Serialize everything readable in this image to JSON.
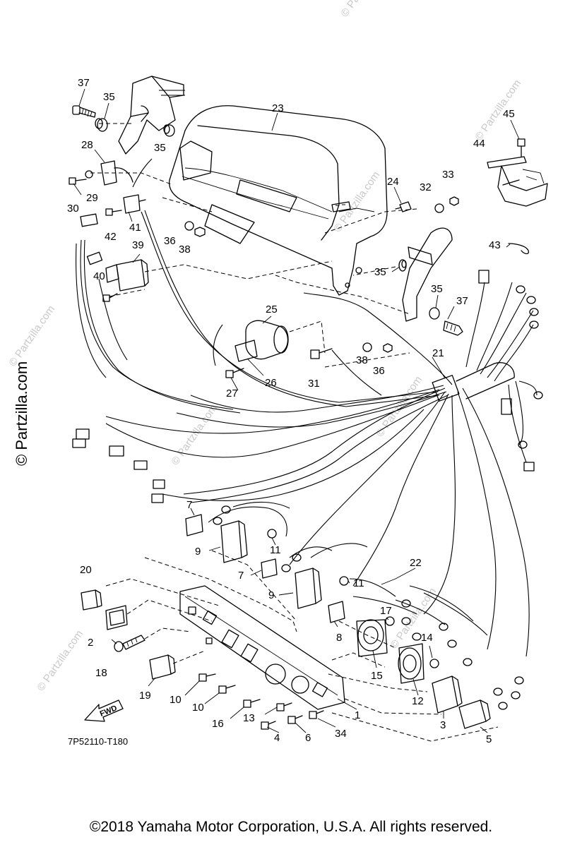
{
  "watermark": "© Partzilla.com",
  "copyright": "©2018  Yamaha Motor Corporation, U.S.A. All rights reserved.",
  "diagram_code": "7P52110-T180",
  "direction_label": "FWD",
  "callouts": [
    {
      "id": "c37a",
      "label": "37"
    },
    {
      "id": "c35a",
      "label": "35"
    },
    {
      "id": "c35b",
      "label": "35"
    },
    {
      "id": "c23",
      "label": "23"
    },
    {
      "id": "c45",
      "label": "45"
    },
    {
      "id": "c44",
      "label": "44"
    },
    {
      "id": "c28",
      "label": "28"
    },
    {
      "id": "c29",
      "label": "29"
    },
    {
      "id": "c30",
      "label": "30"
    },
    {
      "id": "c42",
      "label": "42"
    },
    {
      "id": "c41",
      "label": "41"
    },
    {
      "id": "c36a",
      "label": "36"
    },
    {
      "id": "c38a",
      "label": "38"
    },
    {
      "id": "c39",
      "label": "39"
    },
    {
      "id": "c40",
      "label": "40"
    },
    {
      "id": "c24",
      "label": "24"
    },
    {
      "id": "c32",
      "label": "32"
    },
    {
      "id": "c33",
      "label": "33"
    },
    {
      "id": "c43",
      "label": "43"
    },
    {
      "id": "c35c",
      "label": "35"
    },
    {
      "id": "c35d",
      "label": "35"
    },
    {
      "id": "c37b",
      "label": "37"
    },
    {
      "id": "c25",
      "label": "25"
    },
    {
      "id": "c38b",
      "label": "38"
    },
    {
      "id": "c36b",
      "label": "36"
    },
    {
      "id": "c31",
      "label": "31"
    },
    {
      "id": "c26",
      "label": "26"
    },
    {
      "id": "c27",
      "label": "27"
    },
    {
      "id": "c21",
      "label": "21"
    },
    {
      "id": "c7a",
      "label": "7"
    },
    {
      "id": "c9a",
      "label": "9"
    },
    {
      "id": "c11a",
      "label": "11"
    },
    {
      "id": "c7b",
      "label": "7"
    },
    {
      "id": "c9b",
      "label": "9"
    },
    {
      "id": "c11b",
      "label": "11"
    },
    {
      "id": "c22",
      "label": "22"
    },
    {
      "id": "c20",
      "label": "20"
    },
    {
      "id": "c2",
      "label": "2"
    },
    {
      "id": "c18",
      "label": "18"
    },
    {
      "id": "c19",
      "label": "19"
    },
    {
      "id": "c8",
      "label": "8"
    },
    {
      "id": "c17",
      "label": "17"
    },
    {
      "id": "c14",
      "label": "14"
    },
    {
      "id": "c15",
      "label": "15"
    },
    {
      "id": "c12",
      "label": "12"
    },
    {
      "id": "c3",
      "label": "3"
    },
    {
      "id": "c5",
      "label": "5"
    },
    {
      "id": "c10a",
      "label": "10"
    },
    {
      "id": "c10b",
      "label": "10"
    },
    {
      "id": "c16",
      "label": "16"
    },
    {
      "id": "c13",
      "label": "13"
    },
    {
      "id": "c1",
      "label": "1"
    },
    {
      "id": "c4",
      "label": "4"
    },
    {
      "id": "c6",
      "label": "6"
    },
    {
      "id": "c34",
      "label": "34"
    }
  ]
}
